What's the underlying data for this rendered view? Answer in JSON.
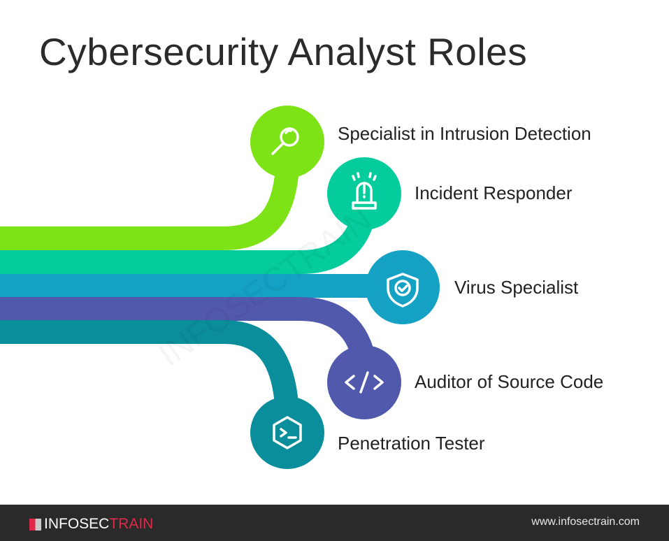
{
  "title": "Cybersecurity Analyst Roles",
  "roles": [
    {
      "label": "Specialist in Intrusion Detection",
      "icon": "magnifier-icon",
      "color": "#7ee316"
    },
    {
      "label": "Incident Responder",
      "icon": "alarm-siren-icon",
      "color": "#04cc9c"
    },
    {
      "label": "Virus Specialist",
      "icon": "shield-check-icon",
      "color": "#15a1c4"
    },
    {
      "label": "Auditor of Source Code",
      "icon": "code-icon",
      "color": "#5159ac"
    },
    {
      "label": "Penetration Tester",
      "icon": "terminal-icon",
      "color": "#0a8e9c"
    }
  ],
  "footer": {
    "logo_a": "INFOSEC",
    "logo_b": "TRAIN",
    "url": "www.infosectrain.com"
  }
}
